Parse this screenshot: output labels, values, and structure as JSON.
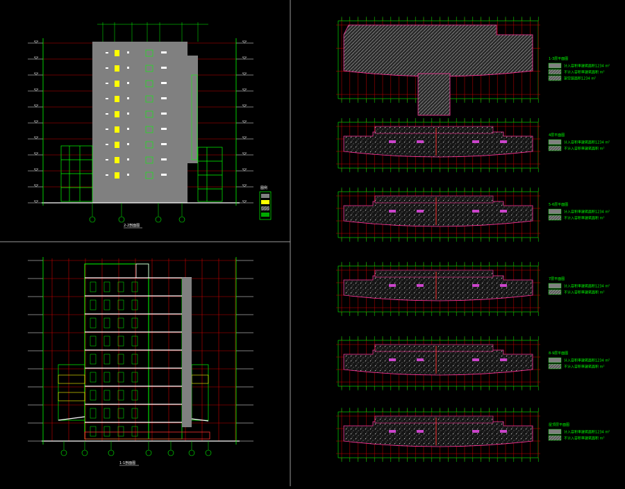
{
  "colors": {
    "background": "#000000",
    "grid_red": "#cc0000",
    "line_green": "#00ff00",
    "line_white": "#ffffff",
    "fill_gray": "#808080",
    "hatch_gray": "#a0a0a0",
    "highlight_yellow": "#ffff00",
    "magenta": "#cc44cc",
    "divider": "#9a9a9a"
  },
  "left_panel": {
    "elevation_caption": "2-2剖面图",
    "section_caption": "1-1剖面图",
    "legend_title": "图例"
  },
  "right_panel": {
    "legend_blocks": [
      {
        "title": "1-3层平面图",
        "rows": [
          "计入容积率建筑面积1234 m²",
          "不计入容积率建筑面积 m²",
          "架空层面积1234 m²"
        ]
      },
      {
        "title": "4层平面图",
        "rows": [
          "计入容积率建筑面积1234 m²",
          "不计入容积率建筑面积 m²"
        ]
      },
      {
        "title": "5-6层平面图",
        "rows": [
          "计入容积率建筑面积1234 m²",
          "不计入容积率建筑面积 m²"
        ]
      },
      {
        "title": "7层平面图",
        "rows": [
          "计入容积率建筑面积1234 m²",
          "不计入容积率建筑面积 m²"
        ]
      },
      {
        "title": "8-9层平面图",
        "rows": [
          "计入容积率建筑面积1234 m²",
          "不计入容积率建筑面积 m²"
        ]
      },
      {
        "title": "屋顶层平面图",
        "rows": [
          "计入容积率建筑面积1234 m²",
          "不计入容积率建筑面积 m²"
        ]
      }
    ]
  }
}
